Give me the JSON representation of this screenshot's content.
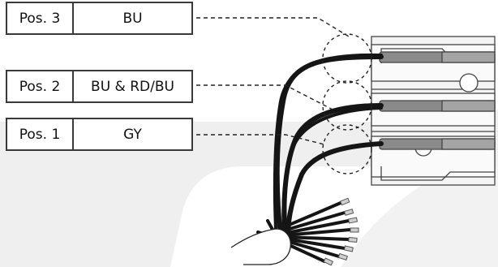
{
  "labels": [
    {
      "position": "Pos. 3",
      "color": "BU"
    },
    {
      "position": "Pos. 2",
      "color": "BU & RD/BU"
    },
    {
      "position": "Pos. 1",
      "color": "GY"
    }
  ],
  "colors": {
    "background_swoosh": "#ebebeb",
    "box_border": "#3a3a3a",
    "cable": "#151515",
    "housing": "#efefef",
    "housing_stroke": "#444444"
  },
  "icons": [
    "hand-icon",
    "connector-icon",
    "cable-bundle-icon"
  ]
}
